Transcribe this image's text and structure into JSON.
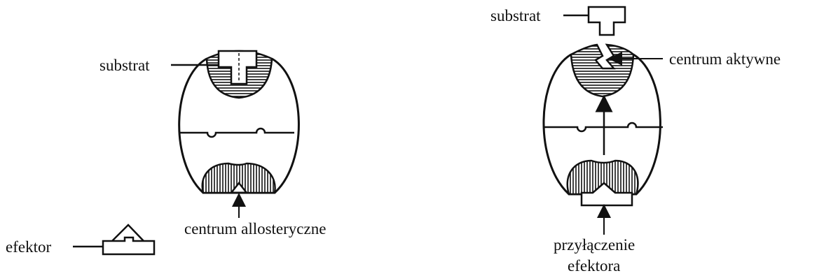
{
  "left_panel": {
    "substrate_label": "substrat",
    "allosteric_center_label": "centrum allosteryczne",
    "effector_label": "efektor"
  },
  "right_panel": {
    "substrate_label": "substrat",
    "active_center_label": "centrum aktywne",
    "effector_binding_label_line1": "przyłączenie",
    "effector_binding_label_line2": "efektora"
  },
  "colors": {
    "ink": "#111111",
    "background": "#ffffff"
  }
}
